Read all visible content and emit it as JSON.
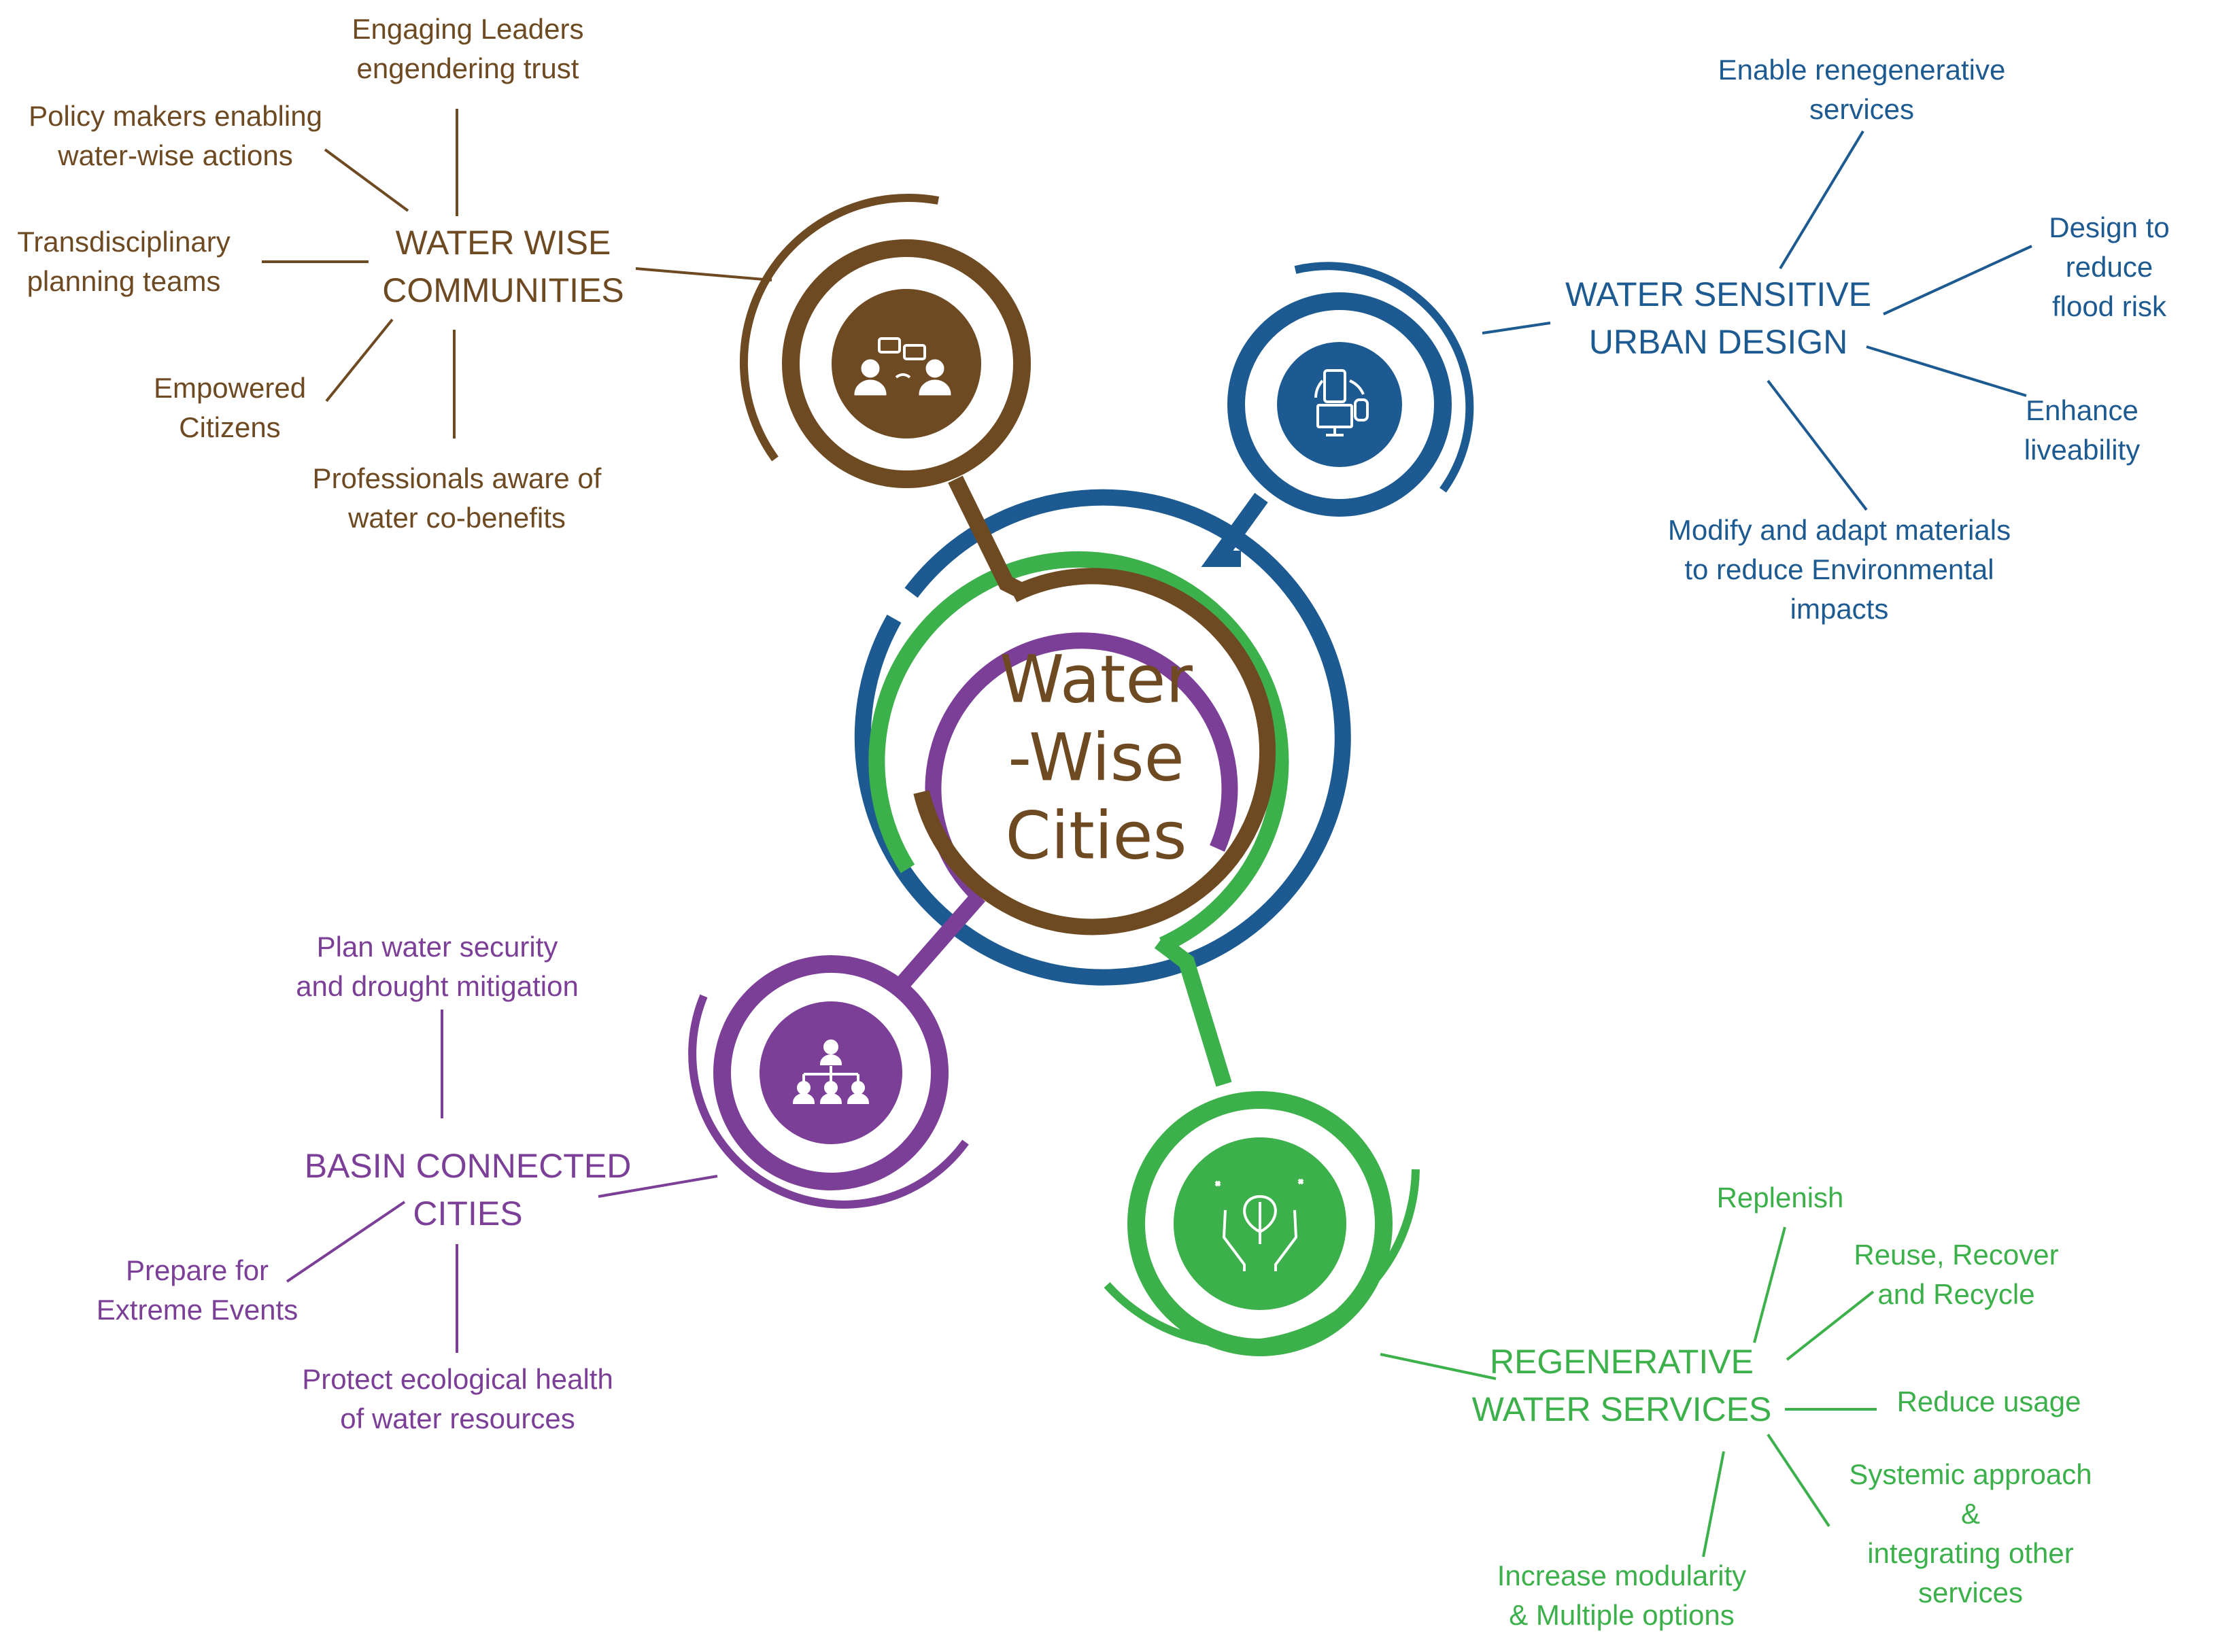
{
  "center": {
    "title": "Water\n-Wise\nCities"
  },
  "colors": {
    "brown": "#6e4a22",
    "blue": "#1c5a91",
    "purple": "#7b3f98",
    "green": "#3cb04a"
  },
  "communities": {
    "heading": "WATER WISE\nCOMMUNITIES",
    "icon": "people-discussion-icon",
    "items": [
      "Engaging Leaders\nengendering trust",
      "Policy makers enabling\nwater-wise actions",
      "Transdisciplinary\nplanning teams",
      "Empowered\nCitizens",
      "Professionals aware of\nwater co-benefits"
    ]
  },
  "urban_design": {
    "heading": "WATER SENSITIVE\nURBAN DESIGN",
    "icon": "connected-devices-icon",
    "items": [
      "Enable renegenerative services",
      "Design to\nreduce flood risk",
      "Enhance\nliveability",
      "Modify and adapt materials\nto reduce Environmental impacts"
    ]
  },
  "basin": {
    "heading": "BASIN CONNECTED\nCITIES",
    "icon": "organization-hierarchy-icon",
    "items": [
      "Plan water security\nand drought mitigation",
      "Prepare for\nExtreme Events",
      "Protect ecological health\nof  water resources"
    ]
  },
  "regenerative": {
    "heading": "REGENERATIVE\nWATER SERVICES",
    "icon": "hands-leaf-icon",
    "items": [
      "Replenish",
      "Reuse, Recover\nand Recycle",
      "Reduce usage",
      "Systemic approach &\nintegrating other services",
      "Increase modularity\n& Multiple options"
    ]
  }
}
